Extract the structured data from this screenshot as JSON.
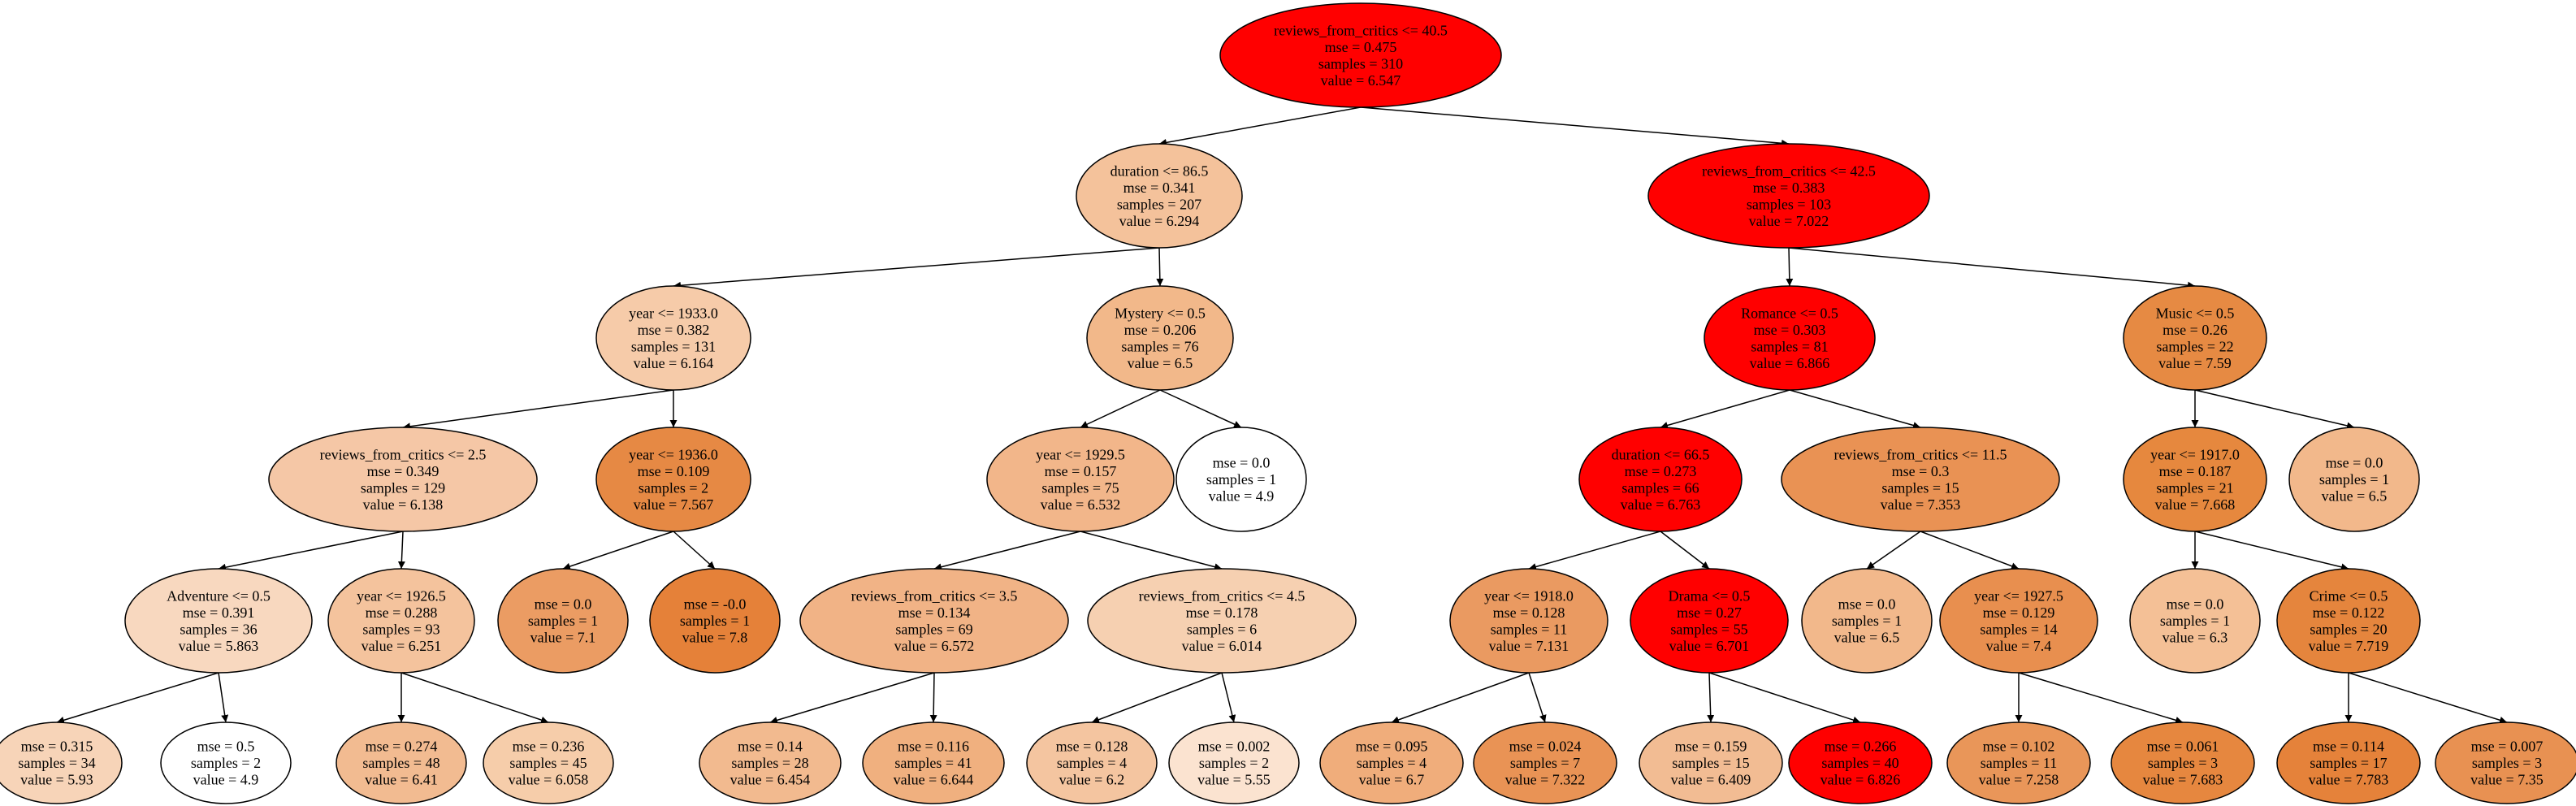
{
  "nodes": [
    {
      "id": "n0",
      "lines": [
        "reviews_from_critics <= 40.5",
        "mse = 0.475",
        "samples = 310",
        "value = 6.547"
      ],
      "fill": "#ff0000"
    },
    {
      "id": "n1",
      "lines": [
        "duration <= 86.5",
        "mse = 0.341",
        "samples = 207",
        "value = 6.294"
      ],
      "fill": "#f4c29b"
    },
    {
      "id": "n2",
      "lines": [
        "reviews_from_critics <= 42.5",
        "mse = 0.383",
        "samples = 103",
        "value = 7.022"
      ],
      "fill": "#ff0000"
    },
    {
      "id": "n3",
      "lines": [
        "year <= 1933.0",
        "mse = 0.382",
        "samples = 131",
        "value = 6.164"
      ],
      "fill": "#f6cba9"
    },
    {
      "id": "n4",
      "lines": [
        "Mystery <= 0.5",
        "mse = 0.206",
        "samples = 76",
        "value = 6.5"
      ],
      "fill": "#f2b88a"
    },
    {
      "id": "n5",
      "lines": [
        "Romance <= 0.5",
        "mse = 0.303",
        "samples = 81",
        "value = 6.866"
      ],
      "fill": "#ff0000"
    },
    {
      "id": "n6",
      "lines": [
        "Music <= 0.5",
        "mse = 0.26",
        "samples = 22",
        "value = 7.59"
      ],
      "fill": "#e68a43"
    },
    {
      "id": "n7",
      "lines": [
        "reviews_from_critics <= 2.5",
        "mse = 0.349",
        "samples = 129",
        "value = 6.138"
      ],
      "fill": "#f5c7a6"
    },
    {
      "id": "n8",
      "lines": [
        "year <= 1936.0",
        "mse = 0.109",
        "samples = 2",
        "value = 7.567"
      ],
      "fill": "#e68944"
    },
    {
      "id": "n9",
      "lines": [
        "year <= 1929.5",
        "mse = 0.157",
        "samples = 75",
        "value = 6.532"
      ],
      "fill": "#f2b68a"
    },
    {
      "id": "n10",
      "lines": [
        "mse = 0.0",
        "samples = 1",
        "value = 4.9"
      ],
      "fill": "#ffffff"
    },
    {
      "id": "n11",
      "lines": [
        "duration <= 66.5",
        "mse = 0.273",
        "samples = 66",
        "value = 6.763"
      ],
      "fill": "#ff0000"
    },
    {
      "id": "n12",
      "lines": [
        "reviews_from_critics <= 11.5",
        "mse = 0.3",
        "samples = 15",
        "value = 7.353"
      ],
      "fill": "#e99254"
    },
    {
      "id": "n13",
      "lines": [
        "year <= 1917.0",
        "mse = 0.187",
        "samples = 21",
        "value = 7.668"
      ],
      "fill": "#e6883e"
    },
    {
      "id": "n14",
      "lines": [
        "mse = 0.0",
        "samples = 1",
        "value = 6.5"
      ],
      "fill": "#f2b88b"
    },
    {
      "id": "n15",
      "lines": [
        "Adventure <= 0.5",
        "mse = 0.391",
        "samples = 36",
        "value = 5.863"
      ],
      "fill": "#f8d8bf"
    },
    {
      "id": "n16",
      "lines": [
        "year <= 1926.5",
        "mse = 0.288",
        "samples = 93",
        "value = 6.251"
      ],
      "fill": "#f4c39d"
    },
    {
      "id": "n17",
      "lines": [
        "mse = 0.0",
        "samples = 1",
        "value = 7.1"
      ],
      "fill": "#eb9c63"
    },
    {
      "id": "n18",
      "lines": [
        "mse = -0.0",
        "samples = 1",
        "value = 7.8"
      ],
      "fill": "#e58139"
    },
    {
      "id": "n19",
      "lines": [
        "reviews_from_critics <= 3.5",
        "mse = 0.134",
        "samples = 69",
        "value = 6.572"
      ],
      "fill": "#f1b386"
    },
    {
      "id": "n20",
      "lines": [
        "reviews_from_critics <= 4.5",
        "mse = 0.178",
        "samples = 6",
        "value = 6.014"
      ],
      "fill": "#f6d0b1"
    },
    {
      "id": "n21",
      "lines": [
        "year <= 1918.0",
        "mse = 0.128",
        "samples = 11",
        "value = 7.131"
      ],
      "fill": "#ea9a61"
    },
    {
      "id": "n22",
      "lines": [
        "Drama <= 0.5",
        "mse = 0.27",
        "samples = 55",
        "value = 6.701"
      ],
      "fill": "#ff0000"
    },
    {
      "id": "n23",
      "lines": [
        "mse = 0.0",
        "samples = 1",
        "value = 6.5"
      ],
      "fill": "#f2b88b"
    },
    {
      "id": "n24",
      "lines": [
        "year <= 1927.5",
        "mse = 0.129",
        "samples = 14",
        "value = 7.4"
      ],
      "fill": "#e88f4f"
    },
    {
      "id": "n25",
      "lines": [
        "mse = 0.0",
        "samples = 1",
        "value = 6.3"
      ],
      "fill": "#f4c096"
    },
    {
      "id": "n26",
      "lines": [
        "Crime <= 0.5",
        "mse = 0.122",
        "samples = 20",
        "value = 7.719"
      ],
      "fill": "#e5853d"
    },
    {
      "id": "n27",
      "lines": [
        "mse = 0.315",
        "samples = 34",
        "value = 5.93"
      ],
      "fill": "#f7d4b8"
    },
    {
      "id": "n28",
      "lines": [
        "mse = 0.5",
        "samples = 2",
        "value = 4.9"
      ],
      "fill": "#ffffff"
    },
    {
      "id": "n29",
      "lines": [
        "mse = 0.274",
        "samples = 48",
        "value = 6.41"
      ],
      "fill": "#f2bb91"
    },
    {
      "id": "n30",
      "lines": [
        "mse = 0.236",
        "samples = 45",
        "value = 6.058"
      ],
      "fill": "#f6cdaa"
    },
    {
      "id": "n31",
      "lines": [
        "mse = 0.14",
        "samples = 28",
        "value = 6.454"
      ],
      "fill": "#f2ba8f"
    },
    {
      "id": "n32",
      "lines": [
        "mse = 0.116",
        "samples = 41",
        "value = 6.644"
      ],
      "fill": "#f0b07f"
    },
    {
      "id": "n33",
      "lines": [
        "mse = 0.128",
        "samples = 4",
        "value = 6.2"
      ],
      "fill": "#f4c5a0"
    },
    {
      "id": "n34",
      "lines": [
        "mse = 0.002",
        "samples = 2",
        "value = 5.55"
      ],
      "fill": "#fbe3d0"
    },
    {
      "id": "n35",
      "lines": [
        "mse = 0.095",
        "samples = 4",
        "value = 6.7"
      ],
      "fill": "#f0ad7b"
    },
    {
      "id": "n36",
      "lines": [
        "mse = 0.024",
        "samples = 7",
        "value = 7.322"
      ],
      "fill": "#e99355"
    },
    {
      "id": "n37",
      "lines": [
        "mse = 0.159",
        "samples = 15",
        "value = 6.409"
      ],
      "fill": "#f2bc93"
    },
    {
      "id": "n38",
      "lines": [
        "mse = 0.266",
        "samples = 40",
        "value = 6.826"
      ],
      "fill": "#ff0000"
    },
    {
      "id": "n39",
      "lines": [
        "mse = 0.102",
        "samples = 11",
        "value = 7.258"
      ],
      "fill": "#e99659"
    },
    {
      "id": "n40",
      "lines": [
        "mse = 0.061",
        "samples = 3",
        "value = 7.683"
      ],
      "fill": "#e6873f"
    },
    {
      "id": "n41",
      "lines": [
        "mse = 0.114",
        "samples = 17",
        "value = 7.783"
      ],
      "fill": "#e5823a"
    },
    {
      "id": "n42",
      "lines": [
        "mse = 0.007",
        "samples = 3",
        "value = 7.35"
      ],
      "fill": "#e89152"
    }
  ],
  "edges": [
    [
      "n0",
      "n1"
    ],
    [
      "n0",
      "n2"
    ],
    [
      "n1",
      "n3"
    ],
    [
      "n1",
      "n4"
    ],
    [
      "n2",
      "n5"
    ],
    [
      "n2",
      "n6"
    ],
    [
      "n3",
      "n7"
    ],
    [
      "n3",
      "n8"
    ],
    [
      "n4",
      "n9"
    ],
    [
      "n4",
      "n10"
    ],
    [
      "n5",
      "n11"
    ],
    [
      "n5",
      "n12"
    ],
    [
      "n6",
      "n13"
    ],
    [
      "n6",
      "n14"
    ],
    [
      "n7",
      "n15"
    ],
    [
      "n7",
      "n16"
    ],
    [
      "n8",
      "n17"
    ],
    [
      "n8",
      "n18"
    ],
    [
      "n9",
      "n19"
    ],
    [
      "n9",
      "n20"
    ],
    [
      "n11",
      "n21"
    ],
    [
      "n11",
      "n22"
    ],
    [
      "n12",
      "n23"
    ],
    [
      "n12",
      "n24"
    ],
    [
      "n13",
      "n25"
    ],
    [
      "n13",
      "n26"
    ],
    [
      "n15",
      "n27"
    ],
    [
      "n15",
      "n28"
    ],
    [
      "n16",
      "n29"
    ],
    [
      "n16",
      "n30"
    ],
    [
      "n19",
      "n31"
    ],
    [
      "n19",
      "n32"
    ],
    [
      "n20",
      "n33"
    ],
    [
      "n20",
      "n34"
    ],
    [
      "n21",
      "n35"
    ],
    [
      "n21",
      "n36"
    ],
    [
      "n22",
      "n37"
    ],
    [
      "n22",
      "n38"
    ],
    [
      "n24",
      "n39"
    ],
    [
      "n24",
      "n40"
    ],
    [
      "n26",
      "n41"
    ],
    [
      "n26",
      "n42"
    ]
  ]
}
